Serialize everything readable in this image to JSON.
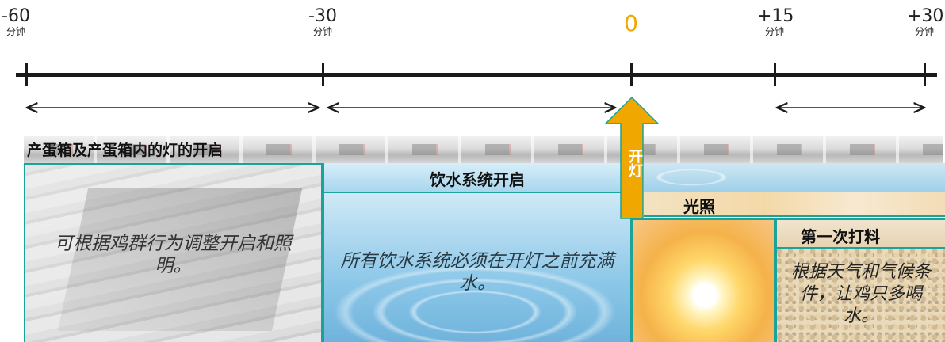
{
  "timeline": {
    "ticks": [
      {
        "value": "-60",
        "unit": "分钟"
      },
      {
        "value": "-30",
        "unit": "分钟"
      },
      {
        "value": "0",
        "unit": ""
      },
      {
        "value": "+15",
        "unit": "分钟"
      },
      {
        "value": "+30",
        "unit": "分钟"
      }
    ],
    "marker_label": "开灯",
    "colors": {
      "axis": "#1a1a1a",
      "zero": "#f0a800",
      "arrow": "#f0a800",
      "border": "#19a39a"
    }
  },
  "steps": {
    "egg_nest": {
      "title": "产蛋箱及产蛋箱内的灯的开启",
      "text": "可根据鸡群行为调整开启和照明。"
    },
    "water": {
      "title": "饮水系统开启",
      "text": "所有饮水系统必须在开灯之前充满水。"
    },
    "light": {
      "title": "光照"
    },
    "feeding": {
      "title": "第一次打料",
      "text": "根据天气和气候条件，让鸡只多喝水。"
    }
  }
}
